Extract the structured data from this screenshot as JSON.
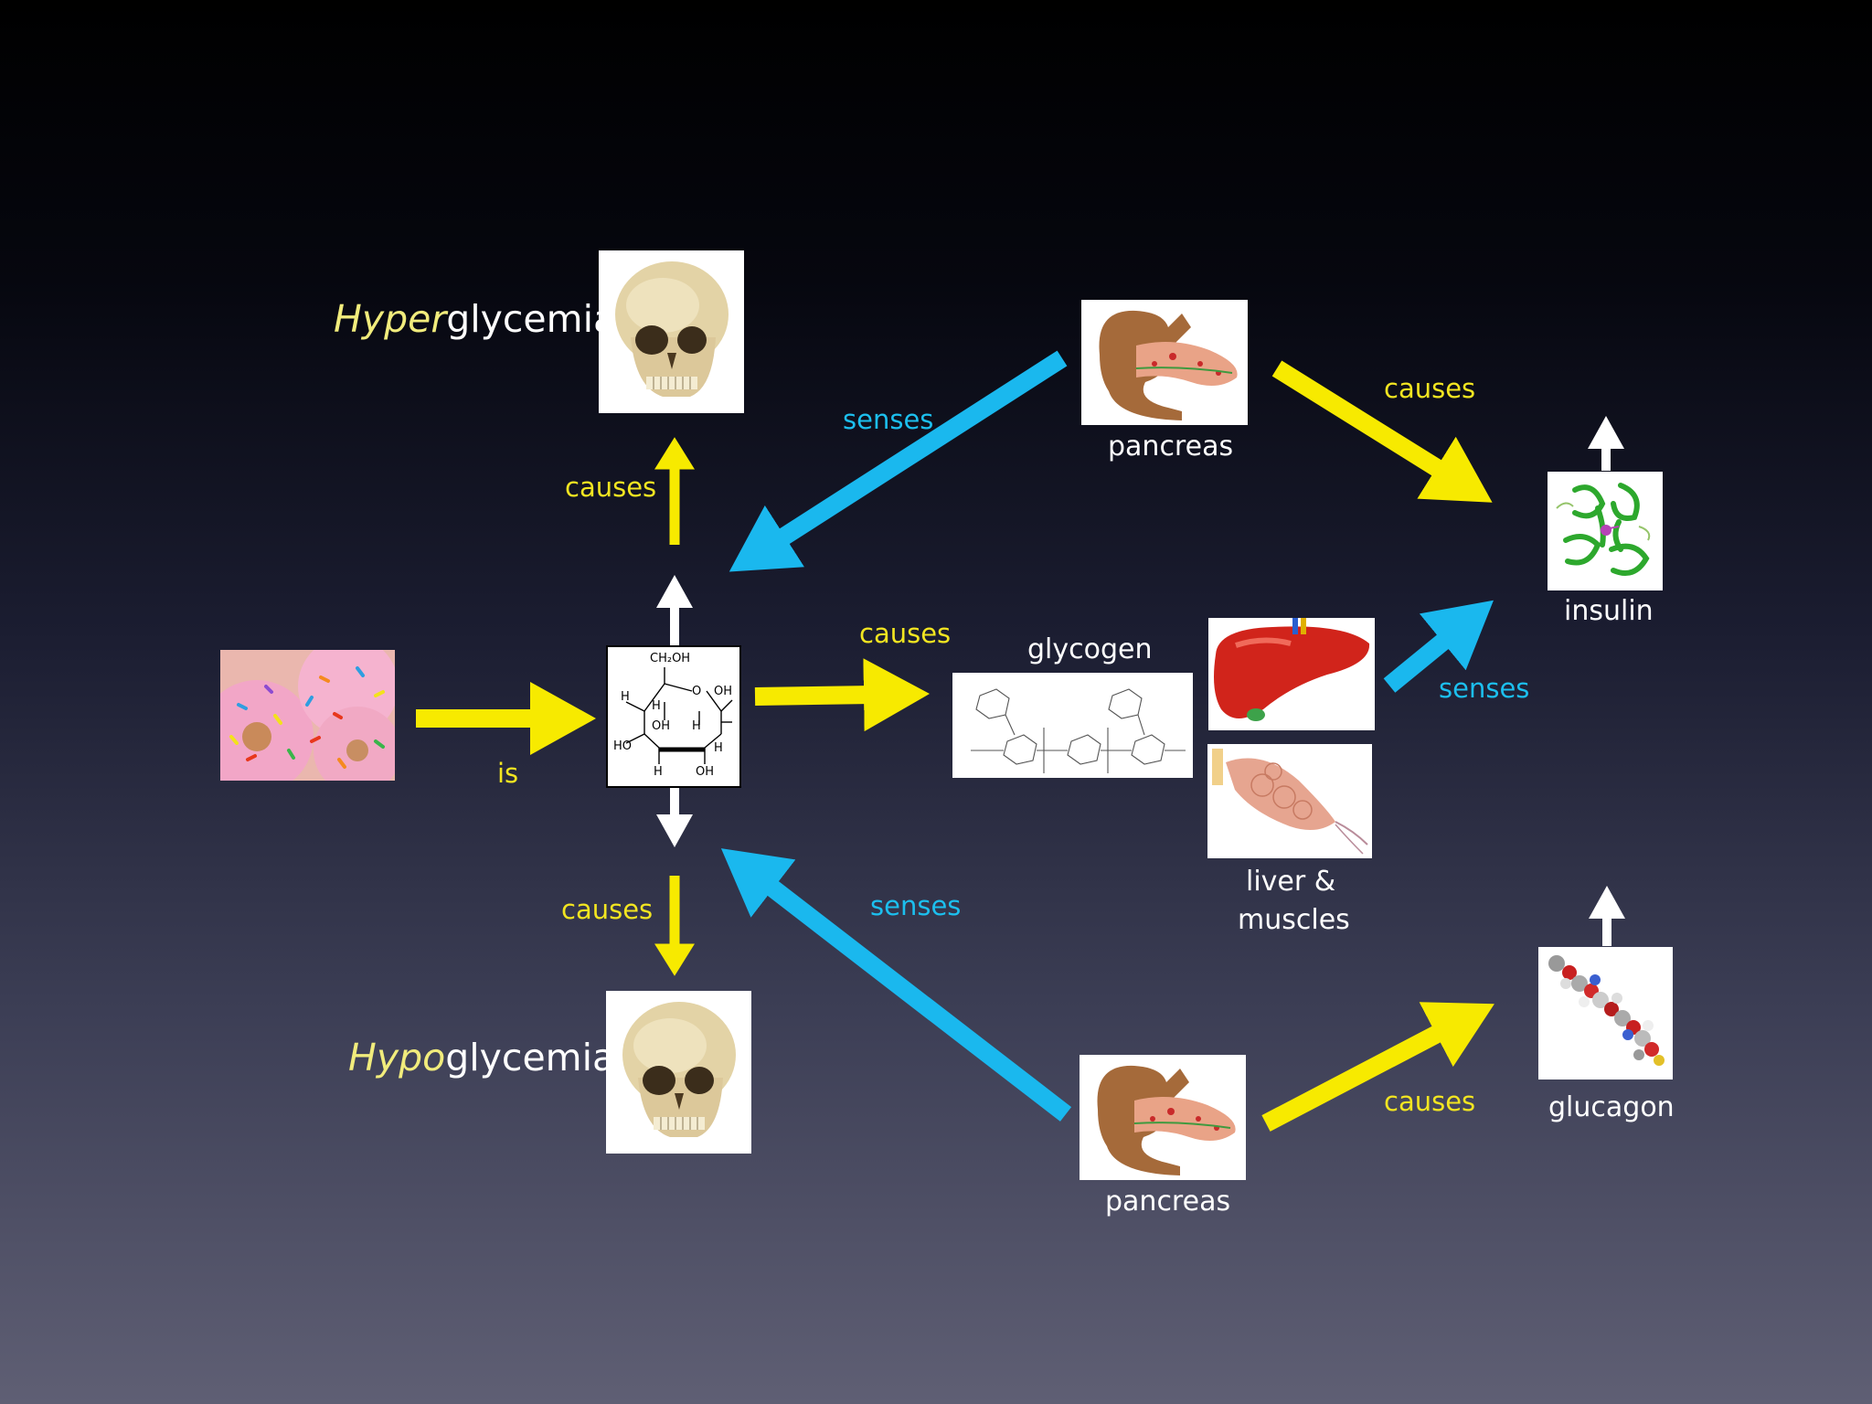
{
  "labels": {
    "hyper_prefix": "Hyper",
    "hyper_suffix": "glycemia",
    "hypo_prefix": "Hypo",
    "hypo_suffix": "glycemia",
    "causes_hyper": "causes",
    "causes_hypo": "causes",
    "causes_glycogen": "causes",
    "causes_insulin": "causes",
    "causes_glucagon": "causes",
    "is": "is",
    "senses_top": "senses",
    "senses_bottom": "senses",
    "senses_liver": "senses",
    "pancreas_top": "pancreas",
    "pancreas_bottom": "pancreas",
    "glycogen": "glycogen",
    "insulin": "insulin",
    "glucagon": "glucagon",
    "liver_muscles_line1": "liver &",
    "liver_muscles_line2": "muscles"
  },
  "glucose_structure": {
    "ch2oh": "CH₂OH",
    "h": "H",
    "o": "O",
    "oh": "OH",
    "ho": "HO"
  },
  "colors": {
    "yellow_arrow": "#f7ea00",
    "blue_arrow": "#1ab8ee",
    "white_arrow": "#ffffff",
    "yellow_text": "#f2e521",
    "blue_text": "#1cbfee",
    "prefix_text": "#f1ec7c"
  },
  "icons": {
    "donuts": "donuts-icon",
    "skull": "skull-icon",
    "glucose": "glucose-molecule-icon",
    "glycogen": "glycogen-molecule-icon",
    "pancreas": "pancreas-icon",
    "liver": "liver-icon",
    "muscle": "muscle-icon",
    "insulin": "insulin-protein-icon",
    "glucagon": "glucagon-protein-icon"
  }
}
